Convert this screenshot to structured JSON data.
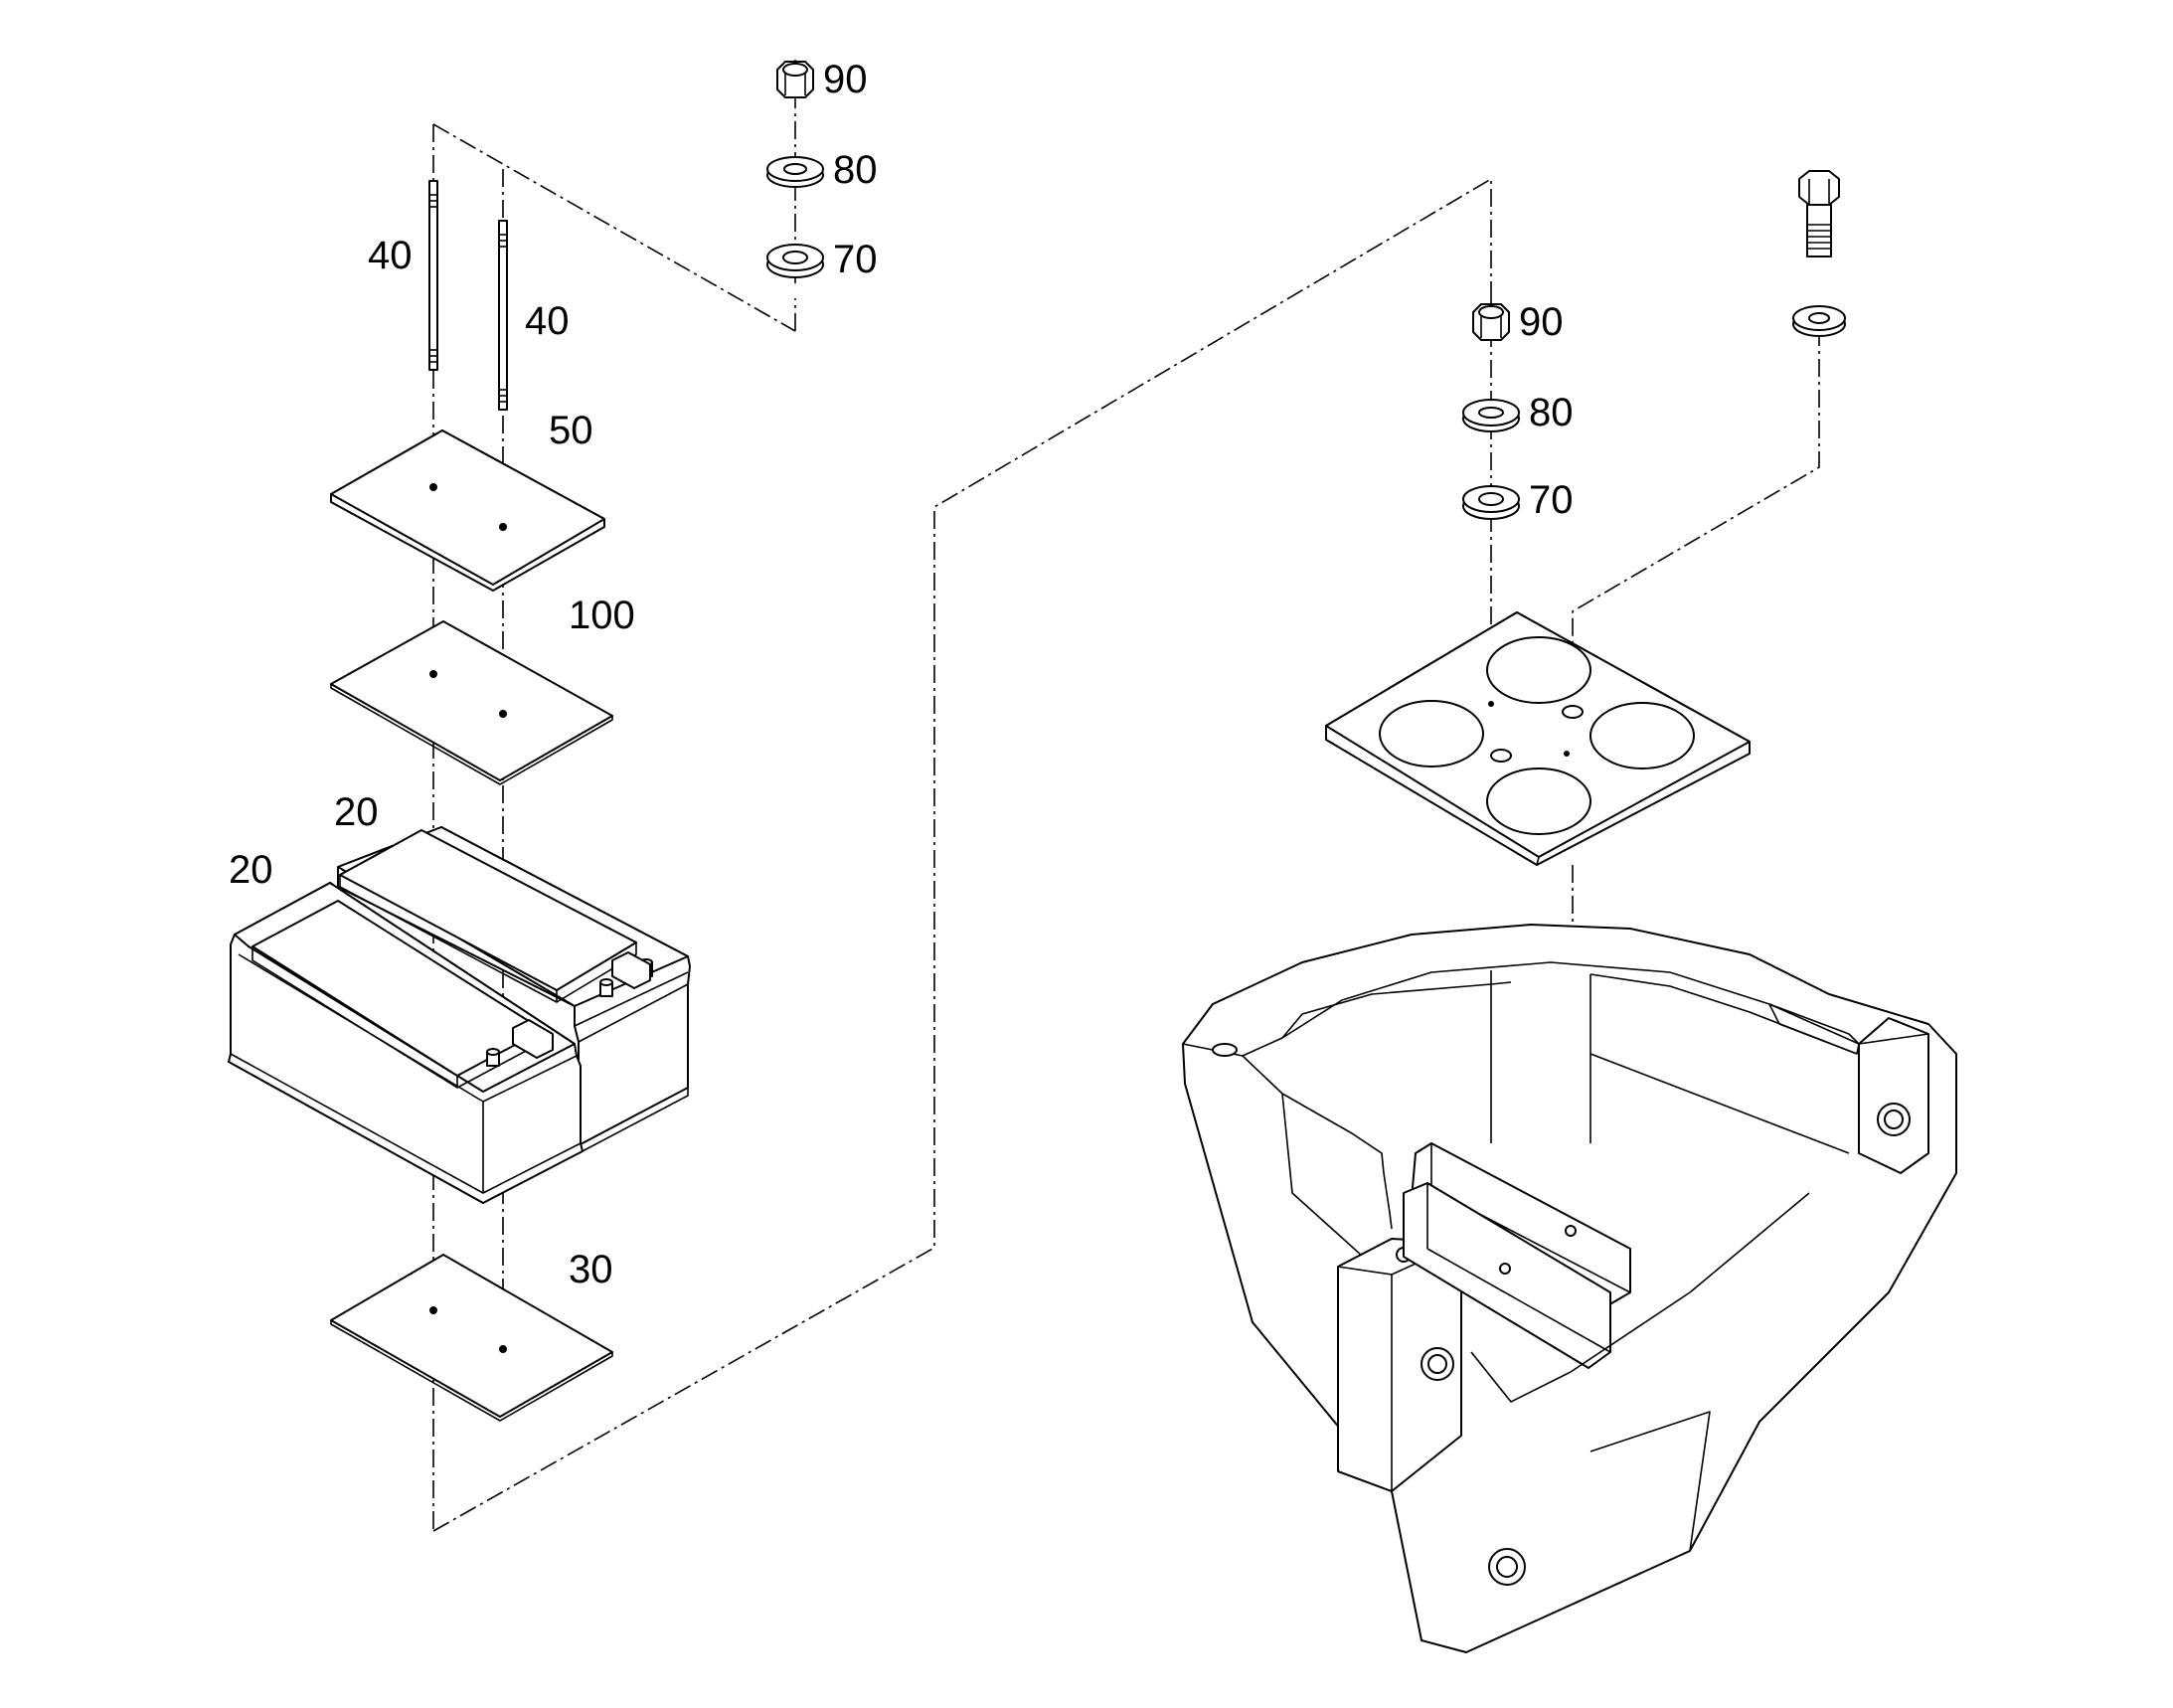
{
  "diagram": {
    "callouts": [
      {
        "id": "nut-90-left",
        "text": "90"
      },
      {
        "id": "washer-80-left",
        "text": "80"
      },
      {
        "id": "washer-70-left",
        "text": "70"
      },
      {
        "id": "stud-40-a",
        "text": "40"
      },
      {
        "id": "stud-40-b",
        "text": "40"
      },
      {
        "id": "plate-50",
        "text": "50"
      },
      {
        "id": "pad-100",
        "text": "100"
      },
      {
        "id": "battery-20-rear",
        "text": "20"
      },
      {
        "id": "battery-20-front",
        "text": "20"
      },
      {
        "id": "pad-30",
        "text": "30"
      },
      {
        "id": "nut-90-right",
        "text": "90"
      },
      {
        "id": "washer-80-right",
        "text": "80"
      },
      {
        "id": "washer-70-right",
        "text": "70"
      }
    ]
  }
}
